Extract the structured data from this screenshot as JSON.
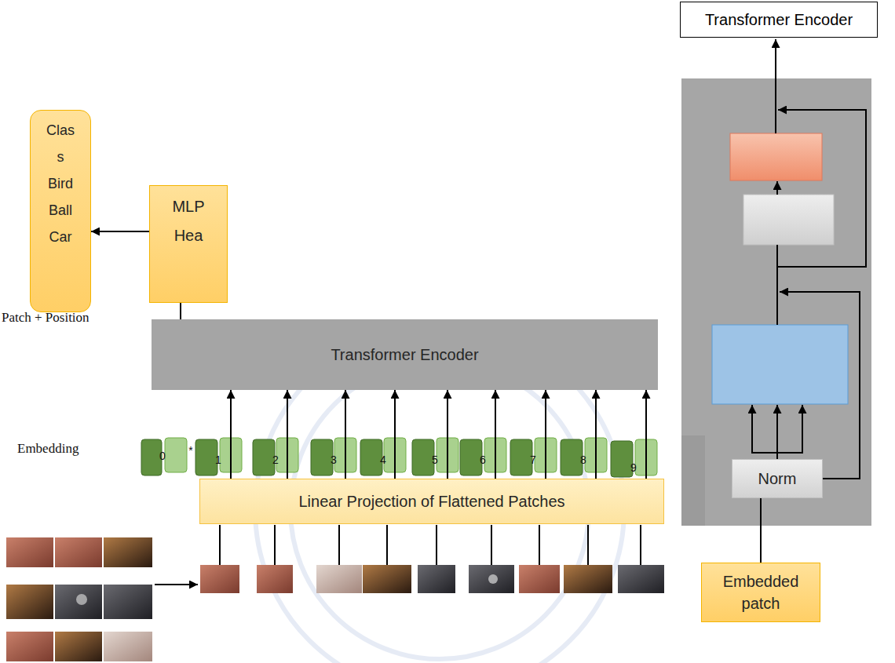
{
  "diagram": {
    "nodes": [
      {
        "text": [
          "Transformer Encoder"
        ]
      },
      {
        "text": [
          "Clas s",
          "Bird",
          "Ball",
          "Car"
        ]
      },
      {
        "text": [
          "MLP Hea"
        ]
      },
      {
        "text": [
          "Transformer Encoder"
        ]
      },
      {
        "text": [
          "Linear Projection of Flattened Patches"
        ]
      },
      {
        "text": [
          "Norm"
        ]
      },
      {
        "text": [
          "Embedded patch"
        ]
      }
    ],
    "edges": [
      {
        "from": 2,
        "to": 1,
        "arrow": "to"
      },
      {
        "from": 3,
        "to": 2,
        "arrow": "none"
      },
      {
        "from": 4,
        "to": 3,
        "arrow": "to"
      },
      {
        "from": 4,
        "to": 3,
        "arrow": "to"
      },
      {
        "from": 4,
        "to": 3,
        "arrow": "to"
      },
      {
        "from": 4,
        "to": 3,
        "arrow": "to"
      },
      {
        "from": 4,
        "to": 3,
        "arrow": "to"
      },
      {
        "from": 4,
        "to": 3,
        "arrow": "to"
      },
      {
        "from": 4,
        "to": 3,
        "arrow": "to"
      },
      {
        "from": 4,
        "to": 3,
        "arrow": "to"
      },
      {
        "from": 4,
        "to": 3,
        "arrow": "to"
      },
      {
        "from": 6,
        "to": 5,
        "arrow": "none"
      }
    ],
    "labels": [
      "Patch + Position",
      "Embedding",
      "0",
      "*",
      "1",
      "2",
      "3",
      "4",
      "5",
      "6",
      "7",
      "8",
      "9"
    ]
  }
}
